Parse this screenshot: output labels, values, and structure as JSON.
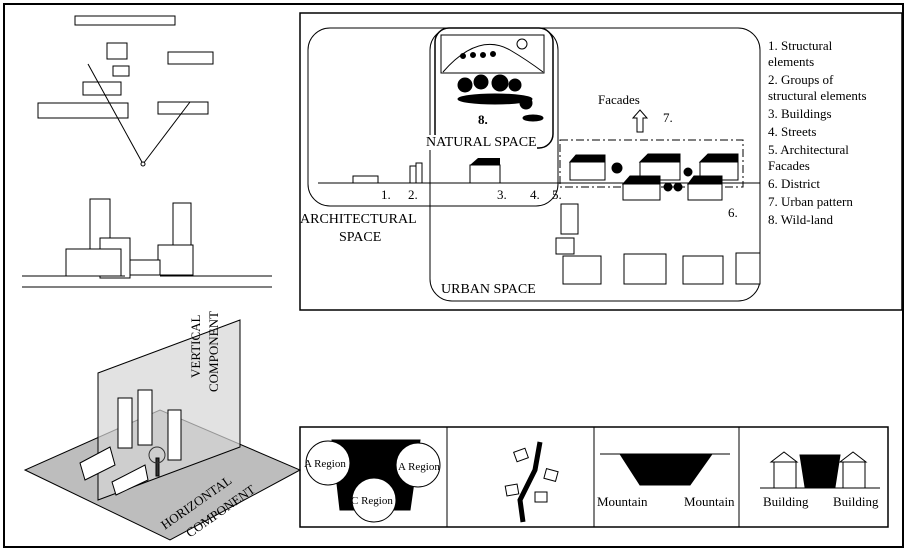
{
  "main_diagram": {
    "regions": {
      "architectural": "ARCHITECTURAL SPACE",
      "architectural_line1": "ARCHITECTURAL",
      "architectural_line2": "SPACE",
      "natural": "NATURAL SPACE",
      "urban": "URBAN SPACE"
    },
    "facades_label": "Facades",
    "markers": [
      "1.",
      "2.",
      "3.",
      "4.",
      "5.",
      "6.",
      "7.",
      "8."
    ],
    "legend": [
      "1. Structural elements",
      "2. Groups of structural elements",
      "3. Buildings",
      "4. Streets",
      "5. Architectural Facades",
      "6. District",
      "7. Urban pattern",
      "8. Wild-land"
    ],
    "legend_lines": [
      [
        "1. Structural",
        "elements"
      ],
      [
        "2. Groups of",
        "structural elements"
      ],
      [
        "3. Buildings"
      ],
      [
        "4. Streets"
      ],
      [
        "5. Architectural",
        "Facades"
      ],
      [
        "6. District"
      ],
      [
        "7. Urban pattern"
      ],
      [
        "8. Wild-land"
      ]
    ]
  },
  "component_diagram": {
    "vertical": "VERTICAL COMPONENT",
    "vertical_line1": "VERTICAL",
    "vertical_line2": "COMPONENT",
    "horizontal": "HORIZONTAL COMPONENT",
    "horizontal_line1": "HORIZONTAL",
    "horizontal_line2": "COMPONENT"
  },
  "bottom_panels": {
    "regions": {
      "a_left": "A Region",
      "a_right": "A Region",
      "c": "C Region"
    },
    "mountain": {
      "left": "Mountain",
      "right": "Mountain"
    },
    "building": {
      "left": "Building",
      "right": "Building"
    }
  }
}
